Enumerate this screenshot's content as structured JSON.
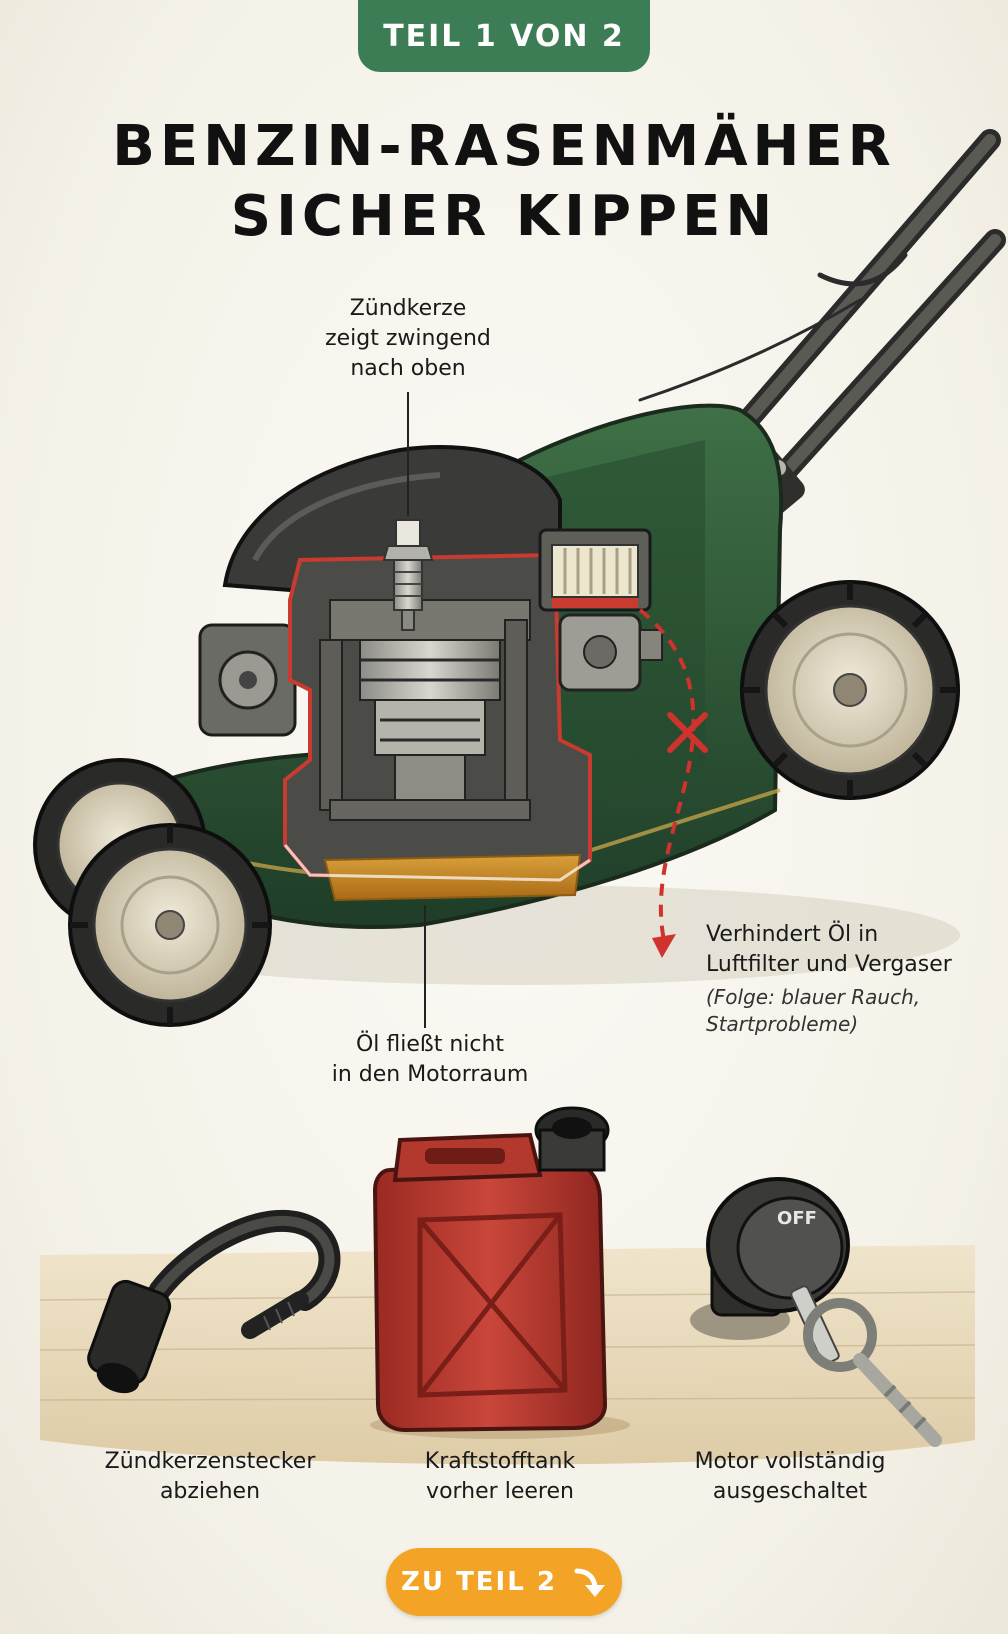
{
  "badge": {
    "label": "TEIL 1 VON 2"
  },
  "title": {
    "line1": "BENZIN-RASENMÄHER",
    "line2": "SICHER KIPPEN"
  },
  "annotations": {
    "spark_plug": [
      "Zündkerze",
      "zeigt zwingend",
      "nach oben"
    ],
    "oil_sump": [
      "Öl fließt nicht",
      "in den Motorraum"
    ],
    "air_filter": [
      "Verhindert Öl in",
      "Luftfilter und Vergaser"
    ],
    "air_filter_note": [
      "(Folge: blauer Rauch,",
      "Startprobleme)"
    ]
  },
  "steps": [
    {
      "label_line1": "Zündkerzenstecker",
      "label_line2": "abziehen",
      "icon": "spark-plug-cap-icon"
    },
    {
      "label_line1": "Kraftstofftank",
      "label_line2": "vorher leeren",
      "icon": "fuel-canister-icon"
    },
    {
      "label_line1": "Motor vollständig",
      "label_line2": "ausgeschaltet",
      "icon": "ignition-key-icon",
      "switch_text": "OFF"
    }
  ],
  "cta": {
    "label": "ZU TEIL 2",
    "icon": "arrow-down-right-icon"
  },
  "colors": {
    "badge_green": "#3d7d56",
    "mower_green": "#2f5a39",
    "warning_red": "#d0322d",
    "cta_orange": "#f3a427",
    "oil_amber": "#c98a25",
    "canister_red": "#b8362c"
  }
}
